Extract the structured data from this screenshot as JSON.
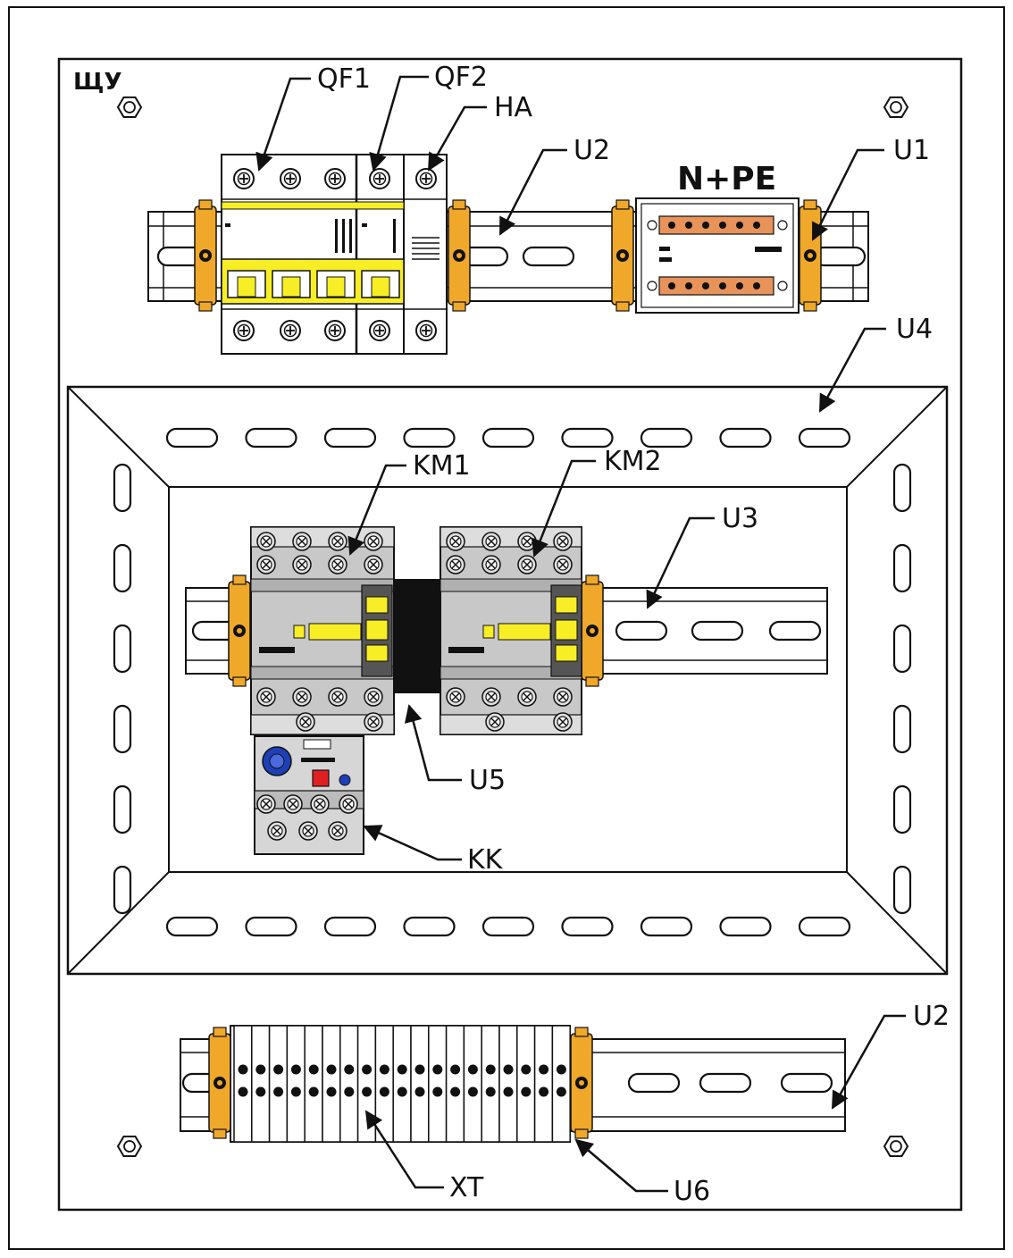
{
  "panel": {
    "title": "ЩУ"
  },
  "labels": {
    "qf1": "QF1",
    "qf2": "QF2",
    "ha": "HA",
    "u2_top": "U2",
    "u1": "U1",
    "npe": "N+PE",
    "u4": "U4",
    "km1": "KM1",
    "km2": "KM2",
    "u3": "U3",
    "u5": "U5",
    "kk": "KK",
    "u2_bottom": "U2",
    "xt": "XT",
    "u6": "U6"
  },
  "colors": {
    "stop": "#f0a82a",
    "breaker_yellow": "#f8ee25",
    "busbar_orange": "#e8935a",
    "contactor_grey": "#c8c8c8",
    "insulator_black": "#111111",
    "relay_knob_blue": "#1d3fb8",
    "relay_red": "#e02020"
  }
}
